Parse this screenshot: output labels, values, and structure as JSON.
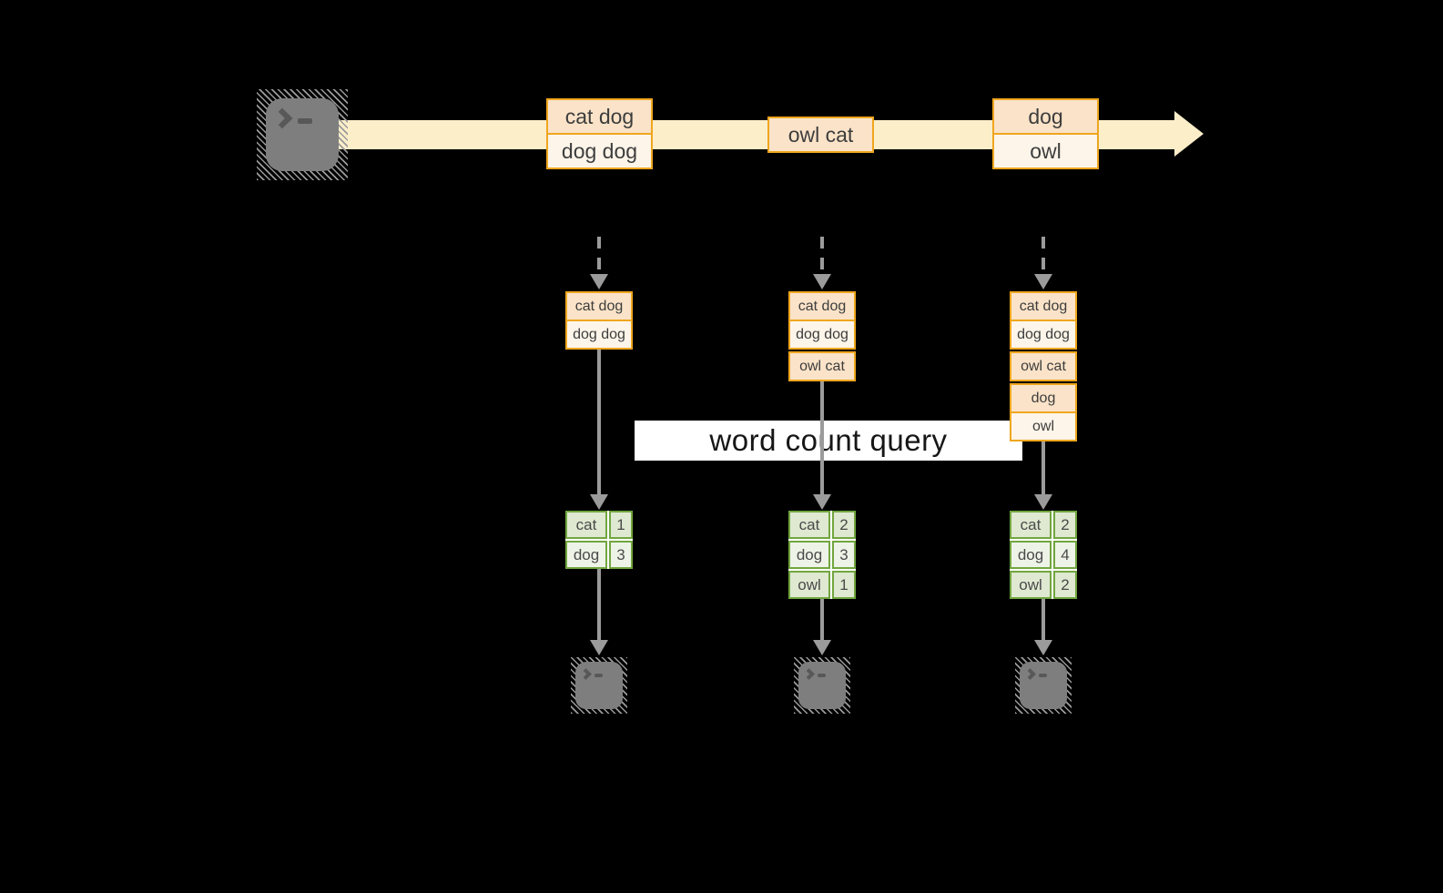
{
  "query": {
    "label": "word count query"
  },
  "palette": {
    "background": "#000000",
    "gold_border": "#EFA61E",
    "peach_fill": "#FAE3C8",
    "cream_fill": "#FDF5E9",
    "stream_band": "#FBEEC9",
    "green_border": "#71A63F",
    "green_cell": "#DFE9D1",
    "green_cell_light": "#EEF3E7",
    "arrow_gray": "#9B9B9B",
    "terminal_gray": "#7E7E7E",
    "label_bg": "#FFFFFF"
  },
  "stream": {
    "source_icon": "terminal-prompt-icon",
    "batches": [
      {
        "rows": [
          {
            "text": "cat dog",
            "tone": "peach"
          },
          {
            "text": "dog dog",
            "tone": "cream"
          }
        ]
      },
      {
        "rows": [
          {
            "text": "owl cat",
            "tone": "peach"
          }
        ]
      },
      {
        "rows": [
          {
            "text": "dog",
            "tone": "peach"
          },
          {
            "text": "owl",
            "tone": "cream"
          }
        ]
      }
    ]
  },
  "columns": [
    {
      "state_groups": [
        [
          {
            "text": "cat dog",
            "tone": "peach"
          },
          {
            "text": "dog dog",
            "tone": "cream"
          }
        ]
      ],
      "result_rows": [
        {
          "word": "cat",
          "count": "1"
        },
        {
          "word": "dog",
          "count": "3"
        }
      ],
      "sink_icon": "terminal-prompt-icon"
    },
    {
      "state_groups": [
        [
          {
            "text": "cat dog",
            "tone": "peach"
          },
          {
            "text": "dog dog",
            "tone": "cream"
          }
        ],
        [
          {
            "text": "owl cat",
            "tone": "peach"
          }
        ]
      ],
      "result_rows": [
        {
          "word": "cat",
          "count": "2"
        },
        {
          "word": "dog",
          "count": "3"
        },
        {
          "word": "owl",
          "count": "1"
        }
      ],
      "sink_icon": "terminal-prompt-icon"
    },
    {
      "state_groups": [
        [
          {
            "text": "cat dog",
            "tone": "peach"
          },
          {
            "text": "dog dog",
            "tone": "cream"
          }
        ],
        [
          {
            "text": "owl cat",
            "tone": "peach"
          }
        ],
        [
          {
            "text": "dog",
            "tone": "peach"
          },
          {
            "text": "owl",
            "tone": "cream"
          }
        ]
      ],
      "result_rows": [
        {
          "word": "cat",
          "count": "2"
        },
        {
          "word": "dog",
          "count": "4"
        },
        {
          "word": "owl",
          "count": "2"
        }
      ],
      "sink_icon": "terminal-prompt-icon"
    }
  ]
}
